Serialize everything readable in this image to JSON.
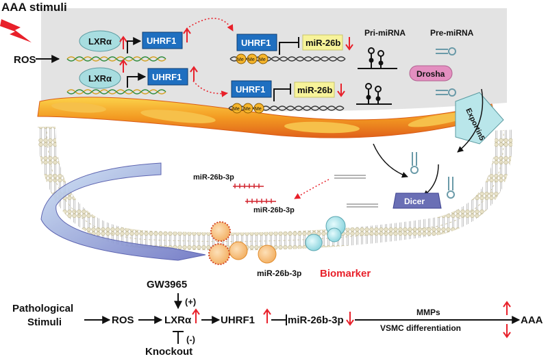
{
  "stimuli": {
    "title": "AAA stimuli",
    "ros": "ROS"
  },
  "nucleus": {
    "lxr_upper": "LXRα",
    "uhrf1_upper": "UHRF1",
    "lxr_lower": "LXRα",
    "uhrf1_lower": "UHRF1",
    "uhrf1_target_upper": "UHRF1",
    "uhrf1_target_lower": "UHRF1",
    "mir_upper": "miR-26b",
    "mir_lower": "miR-26b",
    "methyl_mark": "Me",
    "pri_mirna": "Pri-miRNA",
    "pre_mirna": "Pre-miRNA",
    "drosha": "Drosha"
  },
  "cytoplasm": {
    "exportin": "Exportin5",
    "dicer": "Dicer",
    "mature_upper": "miR-26b-3p",
    "mature_lower": "miR-26b-3p",
    "exosome_label": "miR-26b-3p",
    "biomarker": "Biomarker"
  },
  "pathway": {
    "gw3965": "GW3965",
    "plus": "(+)",
    "minus": "(-)",
    "knockout": "Knockout",
    "stimuli_line1": "Pathological",
    "stimuli_line2": "Stimuli",
    "ros": "ROS",
    "lxr": "LXRα",
    "uhrf1": "UHRF1",
    "mir": "miR-26b-3p",
    "mmps": "MMPs",
    "vsmc": "VSMC differentiation",
    "aaa": "AAA"
  },
  "colors": {
    "up_arrow": "#e8202a",
    "uhrf1_box": "#1f6fc0",
    "lxr_oval": "#a8dde0",
    "mir_box": "#f7f39a",
    "drosha_pill": "#e38fc0",
    "dicer_box": "#6a6fb5",
    "biomarker_text": "#e8202a",
    "nucleus_bg": "#e3e3e3",
    "envelope": "#f08a1f"
  }
}
